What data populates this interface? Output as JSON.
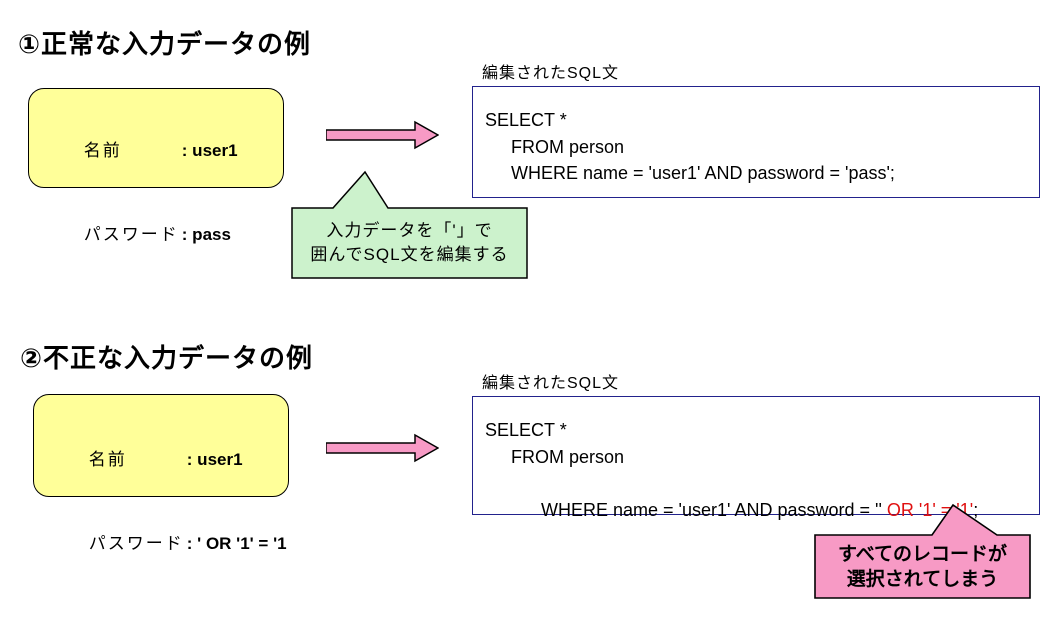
{
  "colors": {
    "input_box_fill": "#FFFF99",
    "arrow_fill": "#F79AC5",
    "note_green_fill": "#CCF2CC",
    "note_pink_fill": "#F79AC5",
    "sql_box_border": "#22228C",
    "highlight_red": "#E01010",
    "outline_black": "#000000"
  },
  "sections": [
    {
      "title": "①正常な入力データの例",
      "input_box": {
        "rows": [
          {
            "label": "名前",
            "value": ": user1"
          },
          {
            "label": "パスワード",
            "value": ": pass"
          }
        ]
      },
      "sql_label": "編集されたSQL文",
      "sql": {
        "line1": "SELECT *",
        "line2": "FROM person",
        "line3": "WHERE name = 'user1' AND password = 'pass';"
      },
      "note": {
        "line1": "入力データを「'」で",
        "line2": "囲んでSQL文を編集する"
      }
    },
    {
      "title": "②不正な入力データの例",
      "input_box": {
        "rows": [
          {
            "label": "名前",
            "value": ": user1"
          },
          {
            "label": "パスワード",
            "value": ": ' OR '1' = '1"
          }
        ]
      },
      "sql_label": "編集されたSQL文",
      "sql": {
        "line1": "SELECT *",
        "line2": "FROM person",
        "line3_black": "WHERE name = 'user1' AND password = '' ",
        "line3_red": "OR '1' = '1'",
        "line3_tail": ";"
      },
      "note": {
        "line1": "すべてのレコードが",
        "line2": "選択されてしまう"
      }
    }
  ]
}
